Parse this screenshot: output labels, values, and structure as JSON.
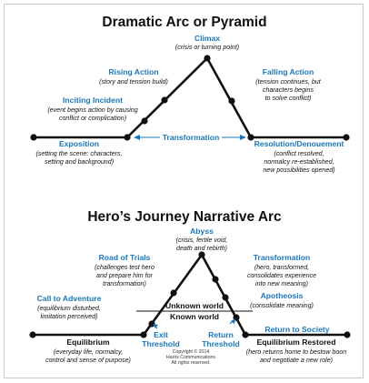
{
  "dramatic": {
    "title": "Dramatic Arc or Pyramid",
    "climax": {
      "label": "Climax",
      "desc": [
        "(crisis or turning point)"
      ]
    },
    "rising": {
      "label": "Rising Action",
      "desc": [
        "(story and tension build)"
      ]
    },
    "inciting": {
      "label": "Inciting Incident",
      "desc": [
        "(event begins action by causing",
        "conflict or complication)"
      ]
    },
    "exposition": {
      "label": "Exposition",
      "desc": [
        "(setting the scene: characters,",
        "setting and background)"
      ]
    },
    "falling": {
      "label": "Falling Action",
      "desc": [
        "(tension continues, but",
        "characters begins",
        "to solve conflict)"
      ]
    },
    "resolution": {
      "label": "Resolution/Denouement",
      "desc": [
        "(conflict resolved,",
        "normalcy re-established,",
        "new possibilities opened)"
      ]
    },
    "transformation": {
      "label": "Transformation"
    }
  },
  "hero": {
    "title": "Hero’s Journey Narrative Arc",
    "abyss": {
      "label": "Abyss",
      "desc": [
        "(crisis, fertile void,",
        "death and rebirth)"
      ]
    },
    "trials": {
      "label": "Road of Trials",
      "desc": [
        "(challenges test hero",
        "and prepare him for",
        "transformation)"
      ]
    },
    "call": {
      "label": "Call to Adventure",
      "desc": [
        "(equilibrium disturbed,",
        "limitation perceived)"
      ]
    },
    "transformation": {
      "label": "Transformation",
      "desc": [
        "(hero, transformed,",
        "consolidates experience",
        "into new meaning)"
      ]
    },
    "apotheosis": {
      "label": "Apotheosis",
      "desc": [
        "(consolidate meaning)"
      ]
    },
    "return_society": {
      "label": "Return to Society"
    },
    "unknown_world": "Unknown world",
    "known_world": "Known world",
    "exit_threshold": [
      "Exit",
      "Threshold"
    ],
    "return_threshold": [
      "Return",
      "Threshold"
    ],
    "equilibrium": {
      "label": "Equilibrium",
      "desc": [
        "(everyday life, normalcy,",
        "control and sense of purpose)"
      ]
    },
    "restored": {
      "label": "Equilibrium Restored",
      "desc": [
        "(hero returns home to bestow boon",
        "and negotiate a new role)"
      ]
    },
    "copyright": [
      "Copyright © 2014",
      "Harris Communications",
      "All rights reserved."
    ]
  },
  "colors": {
    "accent": "#1a77b8",
    "line": "#111111"
  }
}
